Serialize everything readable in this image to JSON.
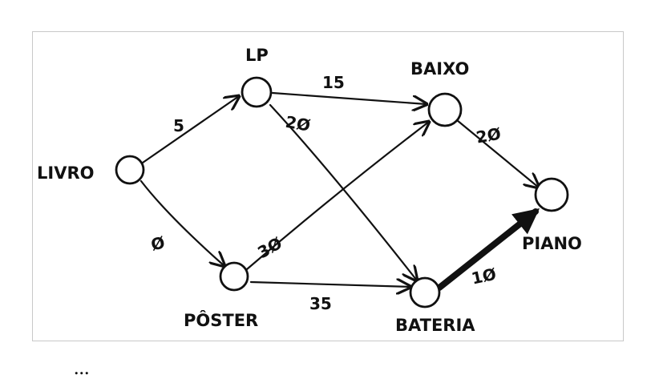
{
  "nodes": {
    "livro": "LIVRO",
    "lp": "LP",
    "poster": "PÔSTER",
    "baixo": "BAIXO",
    "bateria": "BATERIA",
    "piano": "PIANO"
  },
  "edges": {
    "livro_lp": "5",
    "livro_poster": "Ø",
    "lp_baixo": "15",
    "lp_bateria": "2Ø",
    "poster_baixo": "3Ø",
    "poster_bateria": "35",
    "baixo_piano": "2Ø",
    "bateria_piano": "1Ø"
  },
  "caption": "...",
  "colors": {
    "ink": "#111111",
    "frame": "#c8c8c8"
  }
}
